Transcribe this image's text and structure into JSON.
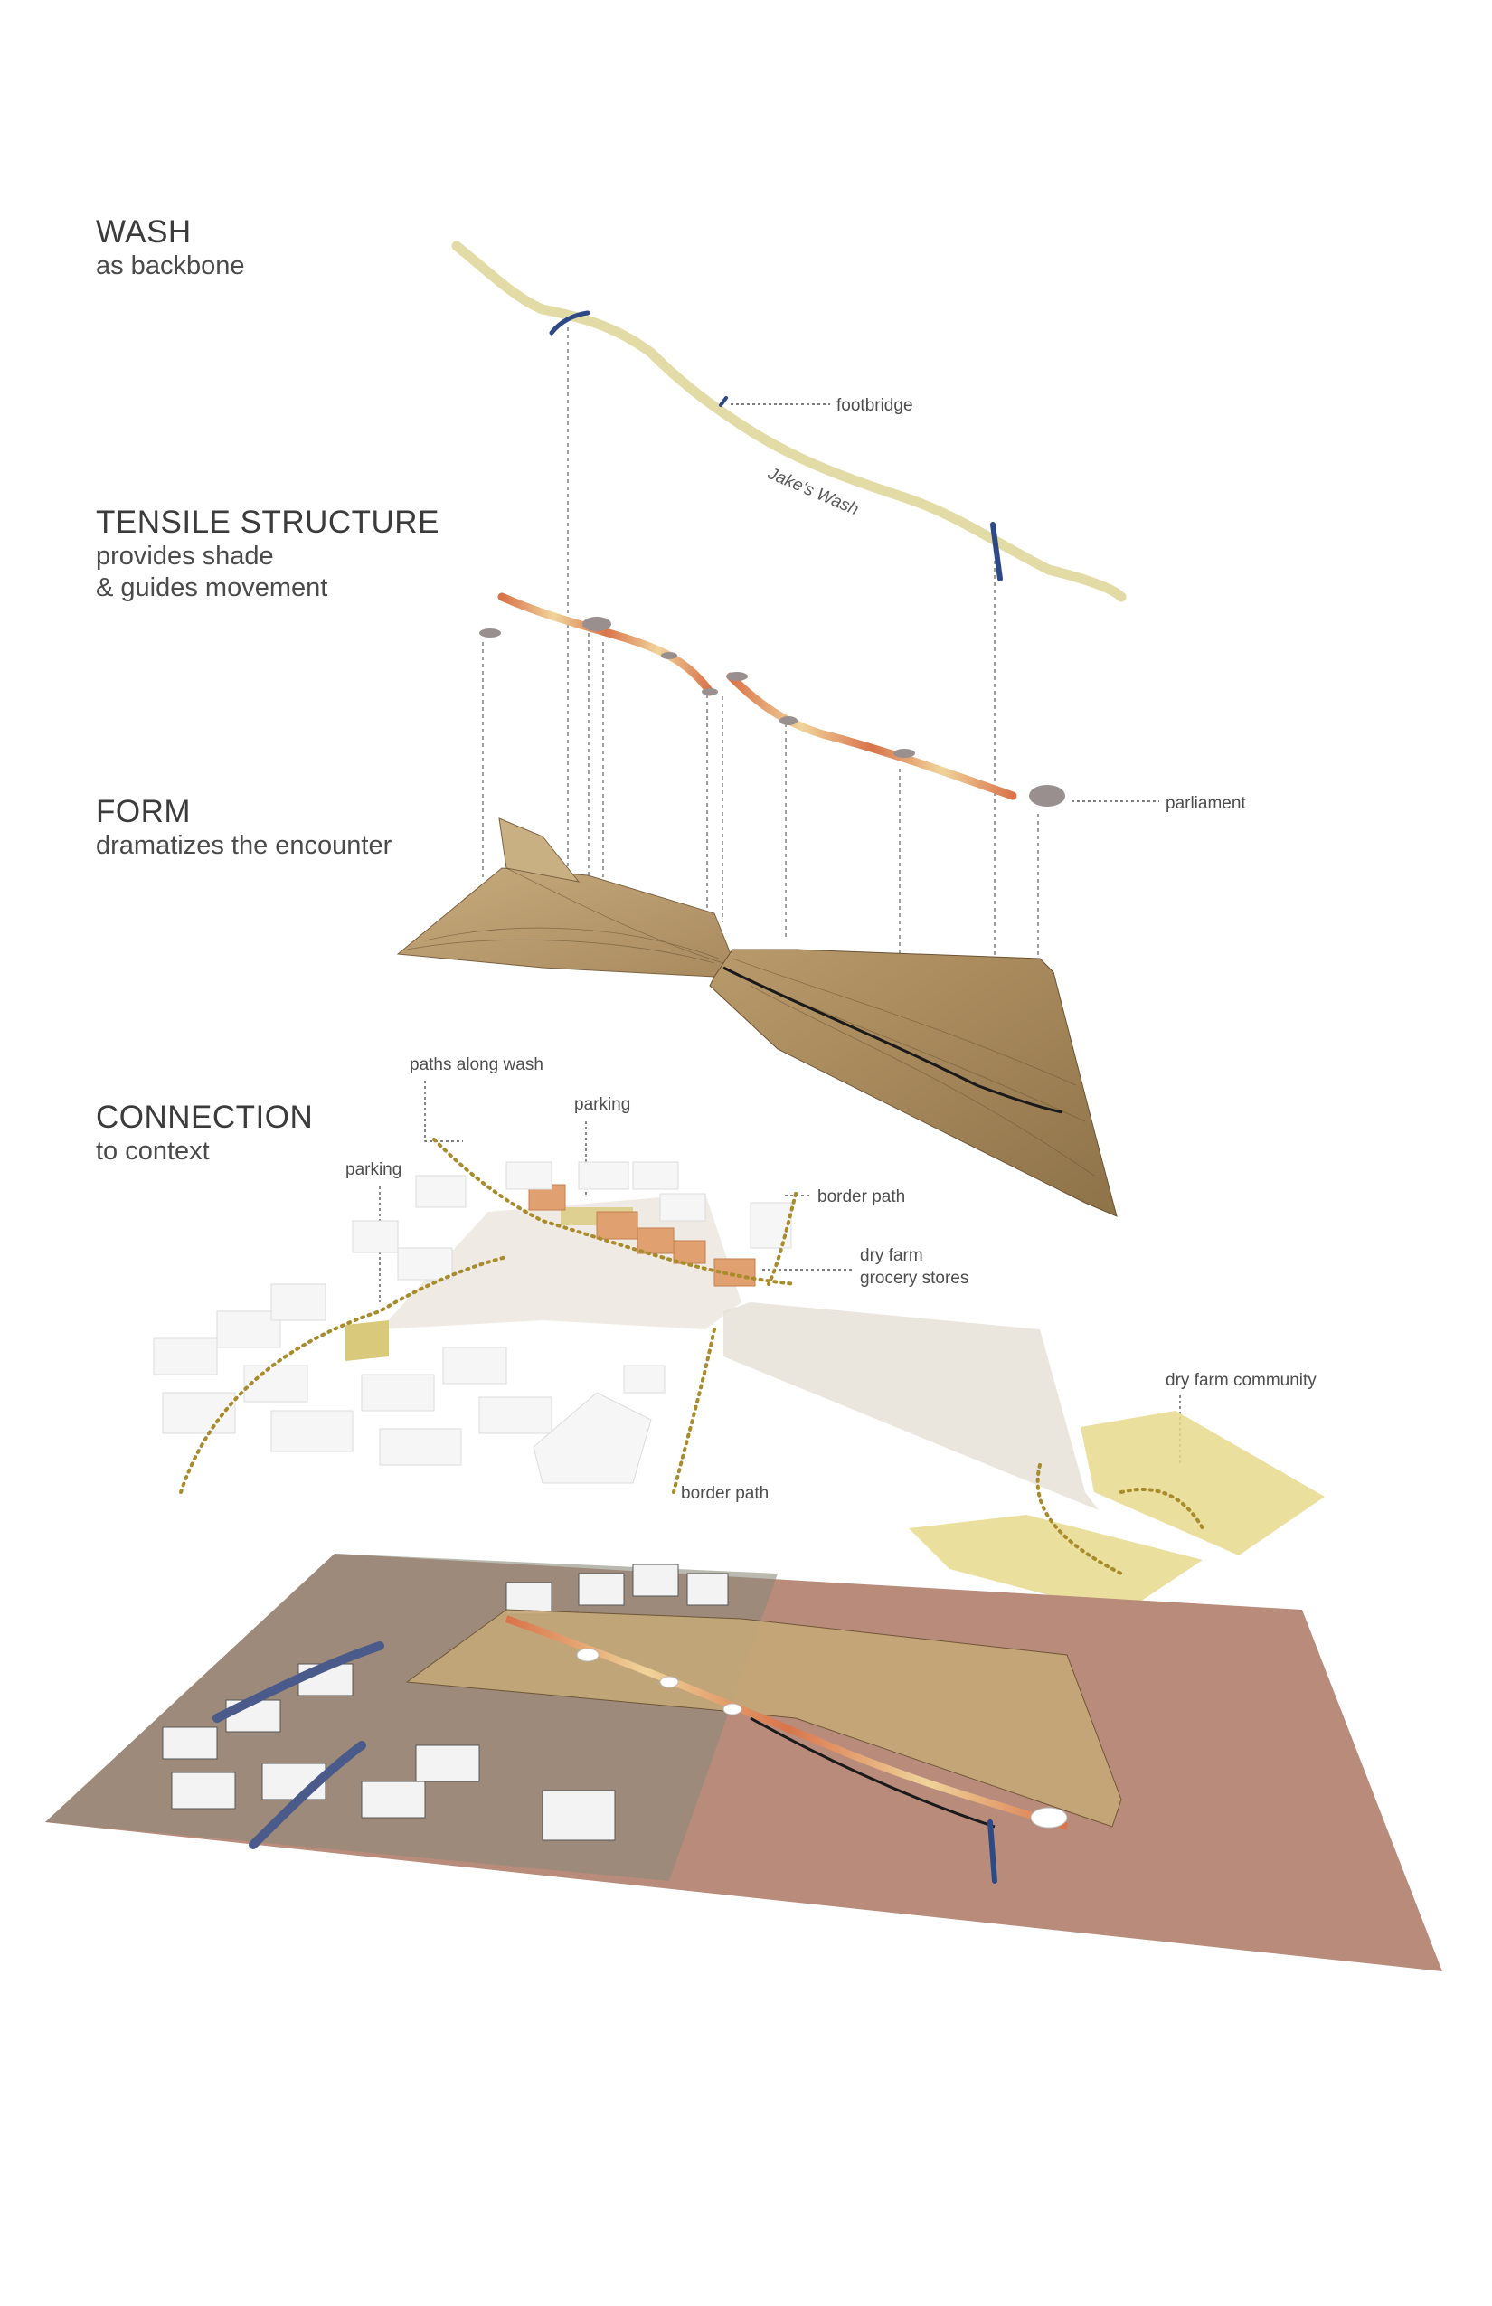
{
  "layers": [
    {
      "title": "WASH",
      "subtitle_lines": [
        "as backbone"
      ]
    },
    {
      "title": "TENSILE STRUCTURE",
      "subtitle_lines": [
        "provides shade",
        "& guides movement"
      ]
    },
    {
      "title": "FORM",
      "subtitle_lines": [
        "dramatizes the encounter"
      ]
    },
    {
      "title": "CONNECTION",
      "subtitle_lines": [
        "to context"
      ]
    }
  ],
  "labels": {
    "footbridge": "footbridge",
    "jakes_wash": "Jake's Wash",
    "parliament": "parliament",
    "paths_along_wash": "paths along wash",
    "parking_right": "parking",
    "parking_left": "parking",
    "border_path_top": "border path",
    "dry_farm_grocery": [
      "dry farm",
      "grocery stores"
    ],
    "dry_farm_community": "dry farm community",
    "border_path_bottom": "border path"
  },
  "colors": {
    "wash": "#e3dba6",
    "footbridge": "#2e4a86",
    "form": "#b79a6c",
    "form_dark": "#8e7248",
    "tensile_warm": "#d9734a",
    "tensile_light": "#f0d49a",
    "parking": "#d9c97a",
    "grocery": "#e0a070",
    "path_dots": "#a88b2a",
    "terrain": "#b98b7b",
    "street": "#4a5a8a",
    "leader": "#555555"
  }
}
